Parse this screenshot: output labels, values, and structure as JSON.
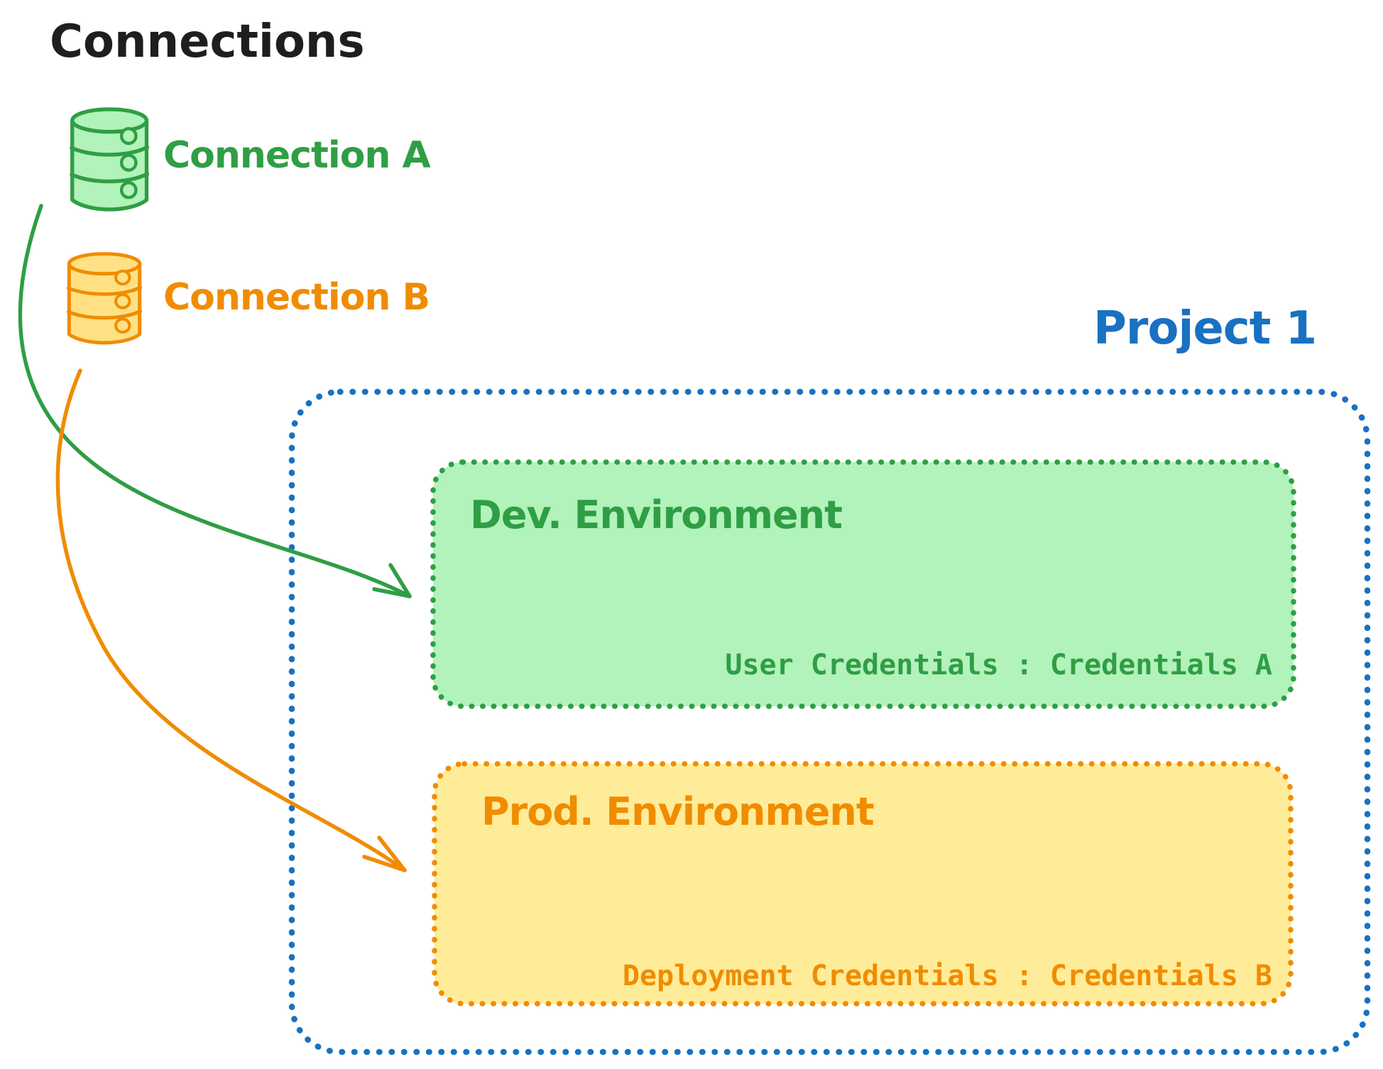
{
  "title": "Connections",
  "colors": {
    "black": "#1e1e1e",
    "green": "#2f9e44",
    "green_fill": "#b2f2bb",
    "orange": "#f08c00",
    "orange_fill": "#ffec99",
    "yellow_db_fill": "#ffe184",
    "blue": "#1971c2"
  },
  "connections": [
    {
      "label": "Connection A",
      "icon": "database-icon",
      "color": "green"
    },
    {
      "label": "Connection B",
      "icon": "database-icon",
      "color": "orange"
    }
  ],
  "project": {
    "label": "Project 1",
    "environments": [
      {
        "name": "Dev. Environment",
        "credentials": "User Credentials : Credentials A"
      },
      {
        "name": "Prod. Environment",
        "credentials": "Deployment Credentials : Credentials B"
      }
    ]
  },
  "arrows": [
    {
      "from": "Connection A",
      "to": "Dev. Environment",
      "color": "green"
    },
    {
      "from": "Connection B",
      "to": "Prod. Environment",
      "color": "orange"
    }
  ]
}
